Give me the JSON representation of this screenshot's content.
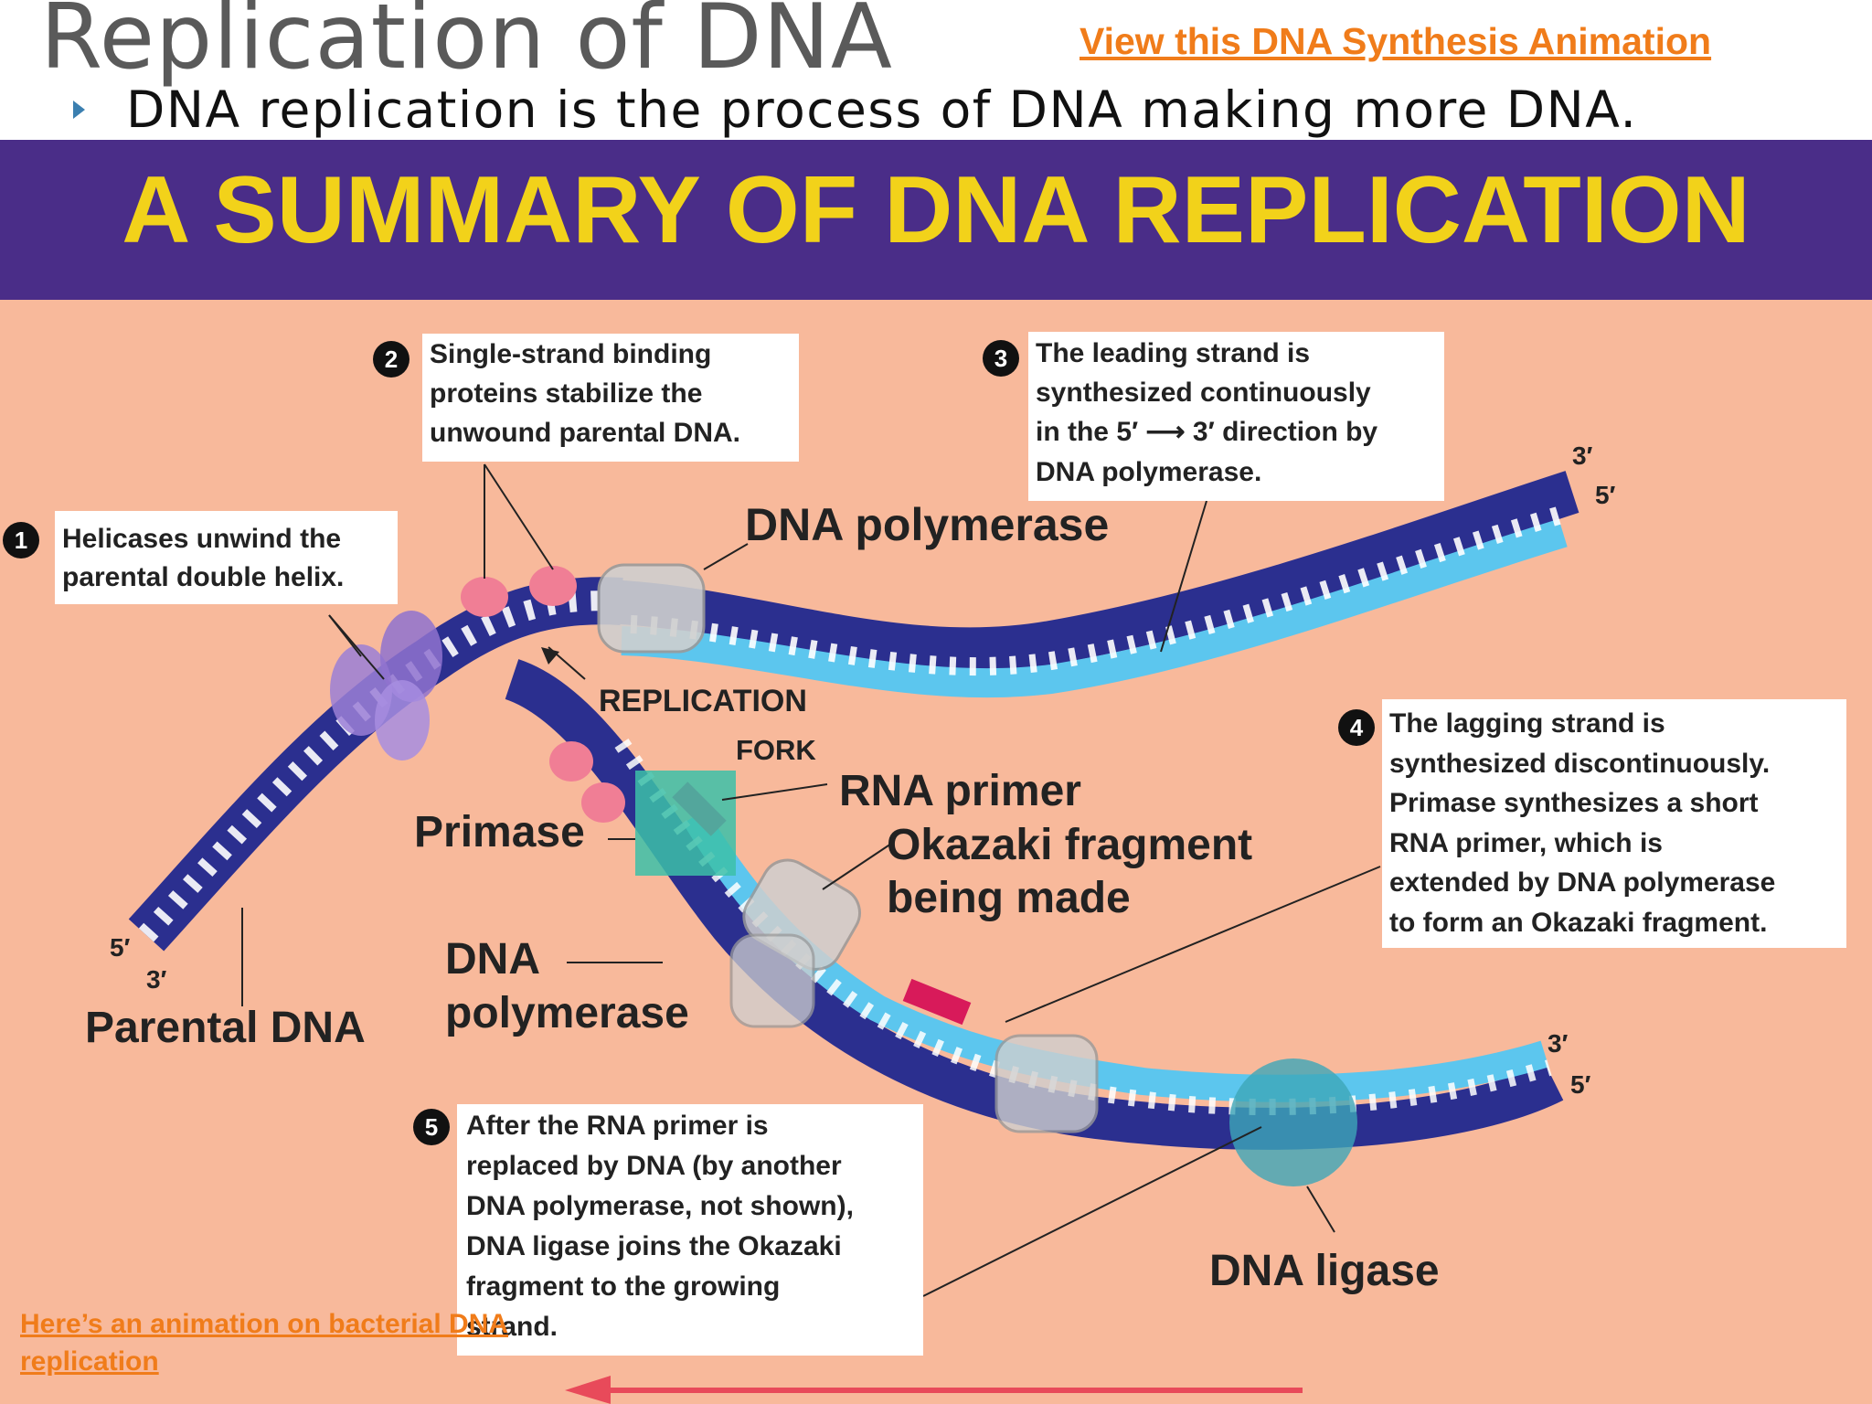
{
  "slide": {
    "title": "Replication of DNA",
    "top_link": "View this DNA Synthesis Animation",
    "bullet": "DNA replication is the process of DNA making more DNA.",
    "bottom_link": "Here’s an animation on bacterial DNA replication"
  },
  "figure": {
    "heading": "A SUMMARY OF DNA REPLICATION",
    "steps": [
      {
        "number": "1",
        "lines": [
          "Helicases unwind the",
          "parental double helix."
        ]
      },
      {
        "number": "2",
        "lines": [
          "Single-strand binding",
          "proteins stabilize the",
          "unwound parental DNA."
        ]
      },
      {
        "number": "3",
        "lines": [
          "The leading strand is",
          "synthesized continuously",
          "in the 5′ ⟶ 3′ direction by",
          "DNA polymerase."
        ]
      },
      {
        "number": "4",
        "lines": [
          "The lagging strand is",
          "synthesized discontinuously.",
          "Primase synthesizes a short",
          "RNA primer, which is",
          "extended by DNA polymerase",
          "to form an Okazaki fragment."
        ]
      },
      {
        "number": "5",
        "lines": [
          "After the RNA primer is",
          "replaced by DNA (by another",
          "DNA polymerase, not shown),",
          "DNA ligase joins the Okazaki",
          "fragment to the growing",
          "strand."
        ]
      }
    ],
    "labels": {
      "dna_polymerase_top": "DNA polymerase",
      "replication": "REPLICATION",
      "fork": "FORK",
      "rna_primer": "RNA primer",
      "primase": "Primase",
      "okazaki_line1": "Okazaki fragment",
      "okazaki_line2": "being made",
      "dna_polymerase_line1": "DNA",
      "dna_polymerase_line2": "polymerase",
      "parental_dna": "Parental DNA",
      "dna_ligase": "DNA ligase"
    },
    "ends": {
      "left_5": "5′",
      "left_3": "3′",
      "top_3": "3′",
      "top_5": "5′",
      "bottom_3": "3′",
      "bottom_5": "5′"
    },
    "colors": {
      "header_bg": "#4a2d88",
      "heading_text": "#f2d21a",
      "figure_bg": "#f8b99b",
      "parental_strand": "#2b2f8f",
      "new_strand": "#5cc6ee",
      "rna_primer": "#d81a5a",
      "primase": "#3cbfa8",
      "link": "#f07c1a"
    }
  }
}
